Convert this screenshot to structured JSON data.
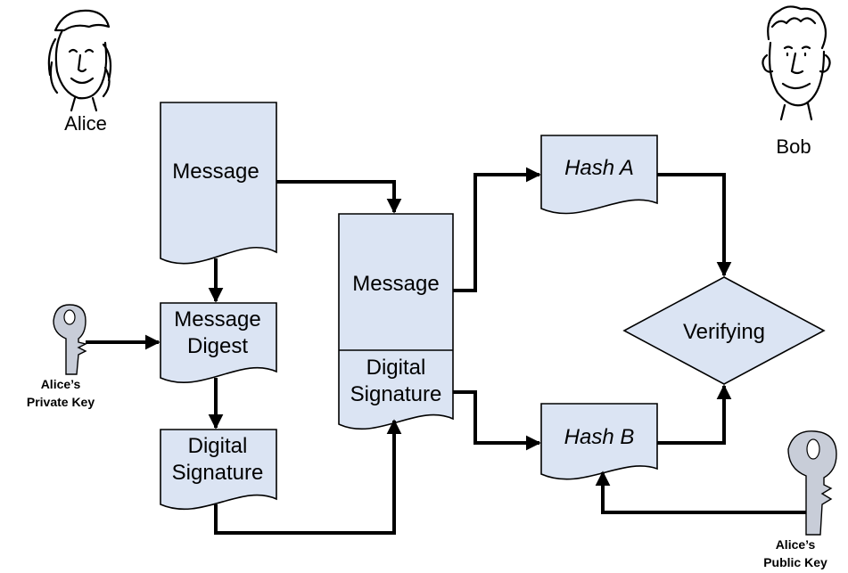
{
  "people": {
    "sender": "Alice",
    "receiver": "Bob"
  },
  "sender_side": {
    "message": "Message",
    "digest_line1": "Message",
    "digest_line2": "Digest",
    "signature_line1": "Digital",
    "signature_line2": "Signature"
  },
  "combined": {
    "message": "Message",
    "signature_line1": "Digital",
    "signature_line2": "Signature"
  },
  "receiver_side": {
    "hash_a": "Hash A",
    "hash_b": "Hash B",
    "verify": "Verifying"
  },
  "keys": {
    "private_line1": "Alice’s",
    "private_line2": "Private Key",
    "public_line1": "Alice’s",
    "public_line2": "Public Key"
  },
  "colors": {
    "shape_fill": "#dbe4f3",
    "key_fill": "#c8cdd8",
    "line": "#000000"
  }
}
